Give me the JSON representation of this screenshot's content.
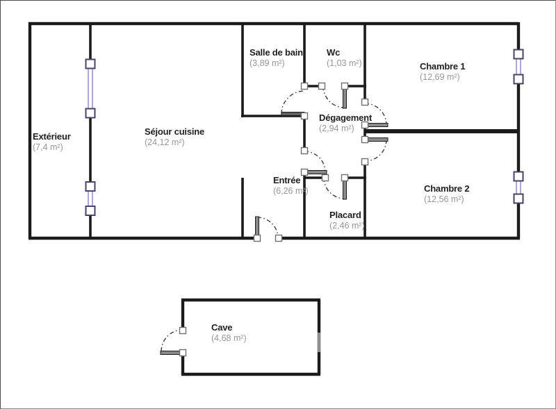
{
  "rooms": [
    {
      "id": "exterieur",
      "name": "Extérieur",
      "area": "(7,4 m²)"
    },
    {
      "id": "sejour",
      "name": "Séjour cuisine",
      "area": "(24,12 m²)"
    },
    {
      "id": "salle-de-bain",
      "name": "Salle de bain",
      "area": "(3,89 m²)"
    },
    {
      "id": "wc",
      "name": "Wc",
      "area": "(1,03 m²)"
    },
    {
      "id": "chambre-1",
      "name": "Chambre 1",
      "area": "(12,69 m²)"
    },
    {
      "id": "degagement",
      "name": "Dégagement",
      "area": "(2,94 m²)"
    },
    {
      "id": "entree",
      "name": "Entrée",
      "area": "(6,26 m²)"
    },
    {
      "id": "placard",
      "name": "Placard",
      "area": "(2,46 m²)"
    },
    {
      "id": "chambre-2",
      "name": "Chambre 2",
      "area": "(12,56 m²)"
    },
    {
      "id": "cave",
      "name": "Cave",
      "area": "(4,68 m²)"
    }
  ],
  "colors": {
    "wall": "#1b1b1b",
    "window": "#9e9ad1",
    "window-cap": "#45436a",
    "leaf": "#8a8a8a",
    "arc": "#2e2e2e",
    "name": "#1f1f1f",
    "area": "#969696"
  }
}
